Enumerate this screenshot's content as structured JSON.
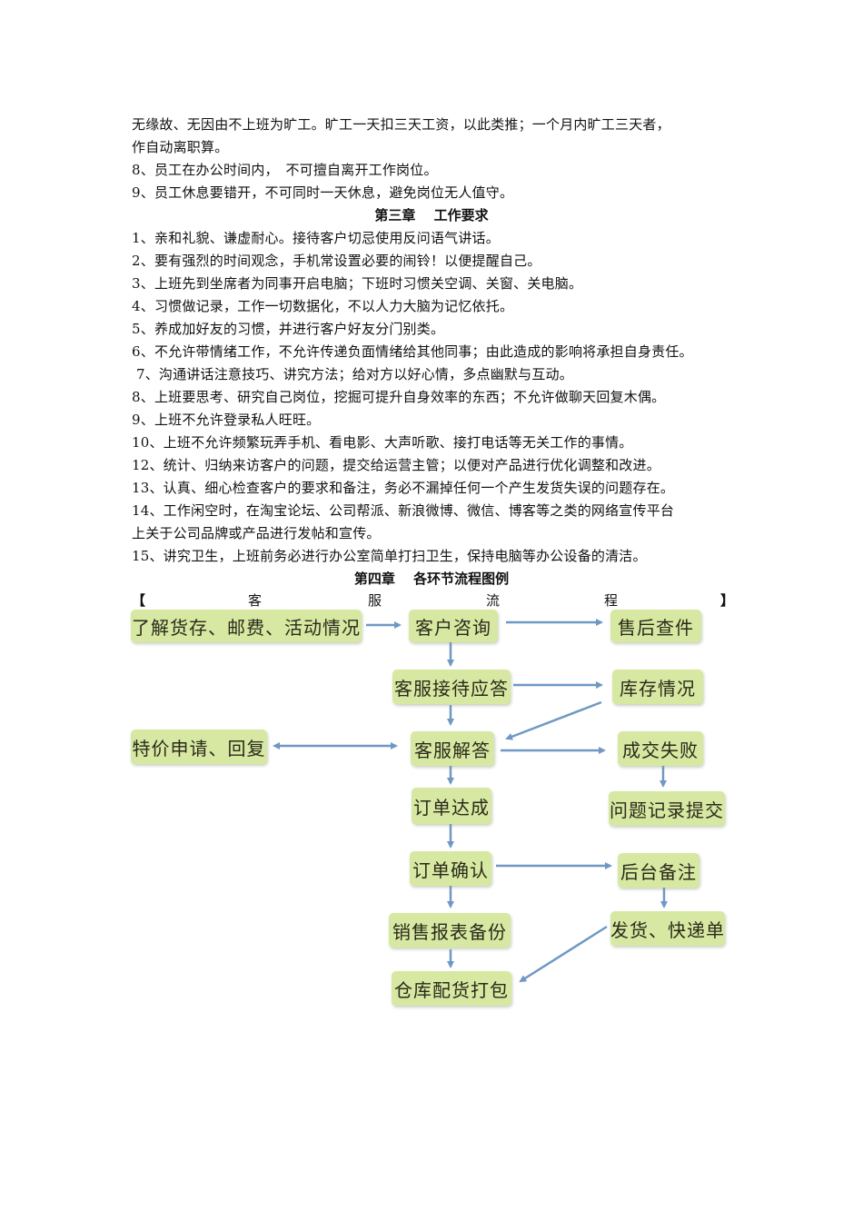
{
  "text_lines": [
    "无缘故、无因由不上班为旷工。旷工一天扣三天工资，以此类推；一个月内旷工三天者，",
    "作自动离职算。",
    "8、员工在办公时间内，　不可擅自离开工作岗位。",
    "9、员工休息要错开，不可同时一天休息，避免岗位无人值守。"
  ],
  "chapter3": {
    "title": "第三章　 工作要求",
    "items": [
      "1、亲和礼貌、谦虚耐心。接待客户切忌使用反问语气讲话。",
      "2、要有强烈的时间观念，手机常设置必要的闹铃！以便提醒自己。",
      "3、上班先到坐席者为同事开启电脑；下班时习惯关空调、关窗、关电脑。",
      "4、习惯做记录，工作一切数据化，不以人力大脑为记忆依托。",
      "5、养成加好友的习惯，并进行客户好友分门别类。",
      "6、不允许带情绪工作，不允许传递负面情绪给其他同事；由此造成的影响将承担自身责任。",
      " 7、沟通讲话注意技巧、讲究方法；给对方以好心情，多点幽默与互动。",
      "8、上班要思考、研究自己岗位，挖掘可提升自身效率的东西；不允许做聊天回复木偶。",
      "9、上班不允许登录私人旺旺。",
      "10、上班不允许频繁玩弄手机、看电影、大声听歌、接打电话等无关工作的事情。",
      "12、统计、归纳来访客户的问题，提交给运营主管；以便对产品进行优化调整和改进。",
      "13、认真、细心检查客户的要求和备注，务必不漏掉任何一个产生发货失误的问题存在。",
      "14、工作闲空时，在淘宝论坛、公司帮派、新浪微博、微信、博客等之类的网络宣传平台",
      "上关于公司品牌或产品进行发帖和宣传。",
      "15、讲究卫生，上班前务必进行办公室简单打扫卫生，保持电脑等办公设备的清洁。"
    ]
  },
  "chapter4": {
    "title": "第四章　 各环节流程图例",
    "subtitle_chars": [
      "【",
      "客",
      "服",
      "流",
      "程",
      "】"
    ]
  },
  "flowchart": {
    "colors": {
      "box": "#d7e8a2",
      "arrow": "#6f98c4"
    },
    "nodes": {
      "inventory_postage_promo": "了解货存、邮费、活动情况",
      "customer_inquiry": "客户咨询",
      "after_sales_query": "售后查件",
      "cs_reception": "客服接待应答",
      "stock_status": "库存情况",
      "special_price": "特价申请、回复",
      "cs_answer": "客服解答",
      "deal_failed": "成交失败",
      "order_reached": "订单达成",
      "issue_record": "问题记录提交",
      "order_confirm": "订单确认",
      "backend_note": "后台备注",
      "sales_backup": "销售报表备份",
      "shipping_waybill": "发货、快递单",
      "warehouse_pack": "仓库配货打包"
    }
  }
}
